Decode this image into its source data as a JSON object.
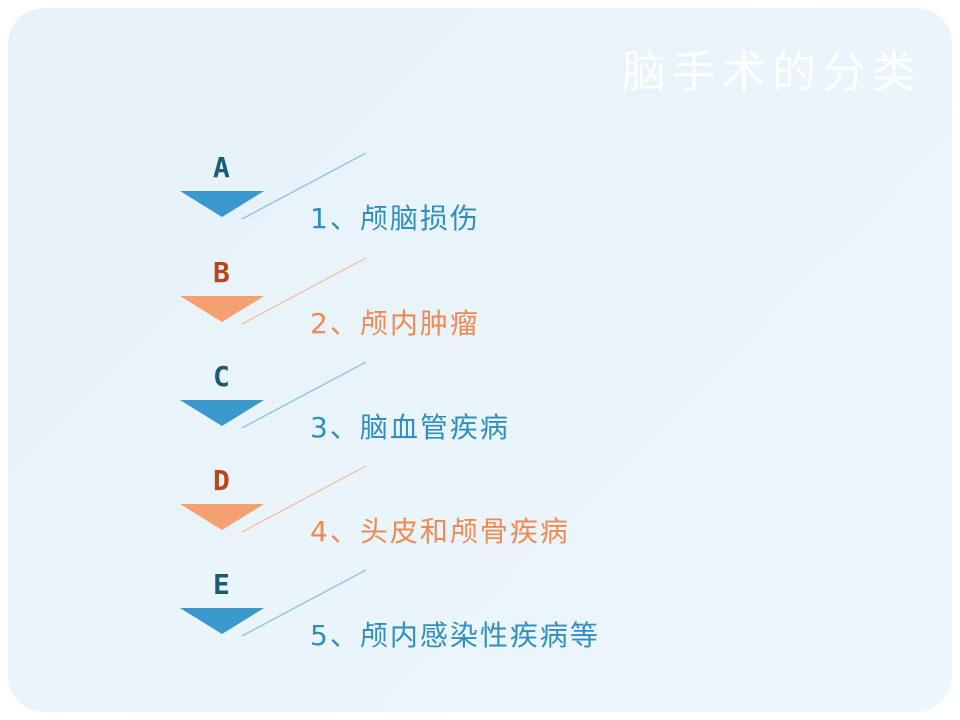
{
  "title": "脑手术的分类",
  "items": [
    {
      "letter": "A",
      "label": "1、颅脑损伤"
    },
    {
      "letter": "B",
      "label": "2、颅内肿瘤"
    },
    {
      "letter": "C",
      "label": "3、脑血管疾病"
    },
    {
      "letter": "D",
      "label": "4、头皮和颅骨疾病"
    },
    {
      "letter": "E",
      "label": "5、颅内感染性疾病等"
    }
  ],
  "colors": {
    "blue_arrow": "#3a98cc",
    "orange_arrow": "#f5a070",
    "blue_text": "#2f8fbf",
    "orange_text": "#f08a52"
  }
}
